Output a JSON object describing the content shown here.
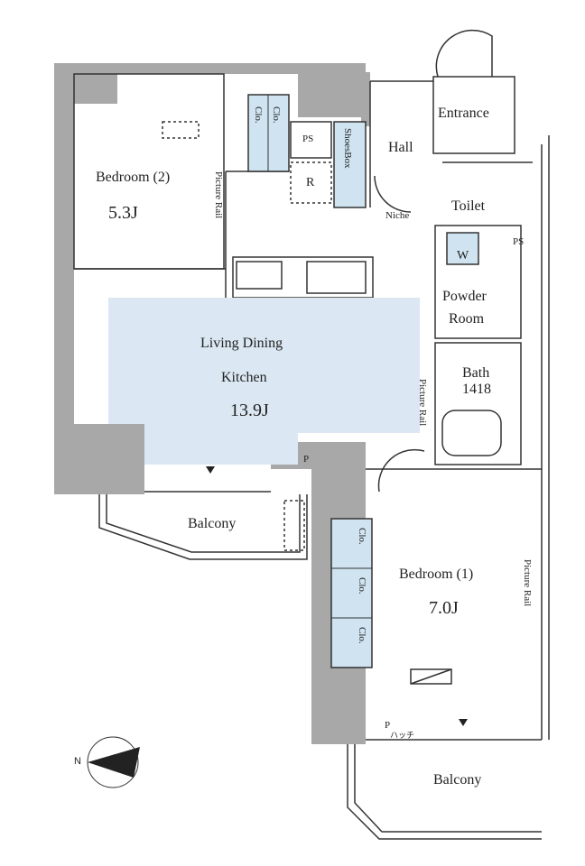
{
  "rooms": {
    "bedroom2": {
      "name": "Bedroom (2)",
      "size": "5.3J"
    },
    "ldk": {
      "line1": "Living Dining",
      "line2": "Kitchen",
      "size": "13.9J"
    },
    "bedroom1": {
      "name": "Bedroom (1)",
      "size": "7.0J"
    },
    "entrance": "Entrance",
    "hall": "Hall",
    "toilet": "Toilet",
    "niche": "Niche",
    "powder_room": {
      "line1": "Powder",
      "line2": "Room"
    },
    "bath": {
      "name": "Bath",
      "size": "1418"
    },
    "balcony_left": "Balcony",
    "balcony_right": "Balcony"
  },
  "fixtures": {
    "ps_top": "PS",
    "ps_right": "PS",
    "refrigerator": "R",
    "shoes_box": "ShoesBox",
    "washer": "W",
    "closet": "Clo.",
    "picture_rail": "Picture Rail",
    "pipe": "P",
    "hatch": "ハッチ"
  },
  "compass": {
    "north": "N"
  },
  "colors": {
    "wall": "#a8a8a8",
    "ldk_fill": "#dbe8f3",
    "closet_fill": "#cfe3f0"
  }
}
